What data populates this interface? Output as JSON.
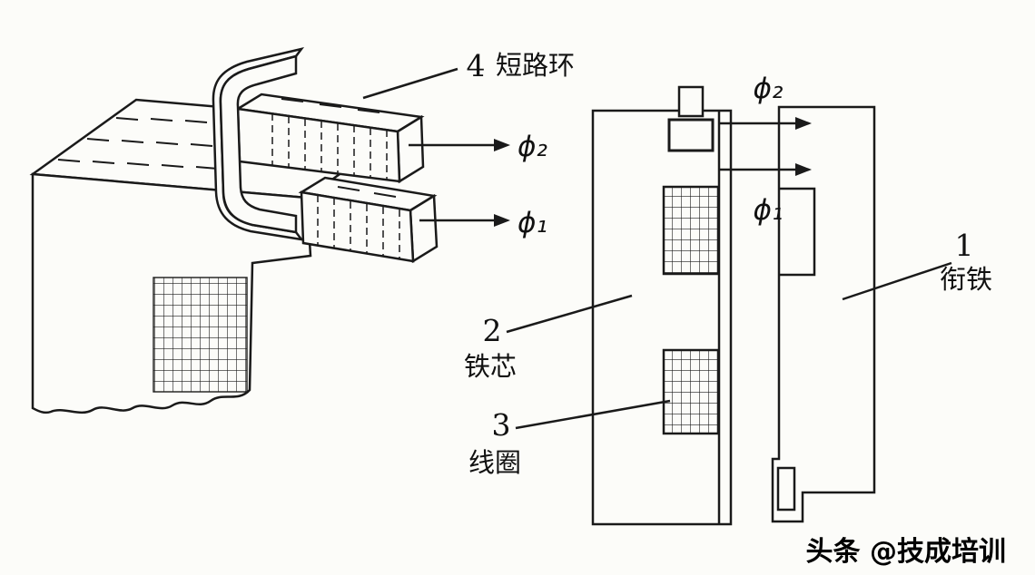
{
  "canvas": {
    "background": "#fcfcf9",
    "ink": "#1a1a1a"
  },
  "left_figure": {
    "label_4": {
      "number": "4",
      "text": "短路环"
    },
    "flux_phi2": "ϕ₂",
    "flux_phi1": "ϕ₁"
  },
  "right_figure": {
    "flux_phi2": "ϕ₂",
    "flux_phi1": "ϕ₁",
    "label_1": {
      "number": "1",
      "text": "衔铁"
    },
    "label_2": {
      "number": "2",
      "text": "铁芯"
    },
    "label_3": {
      "number": "3",
      "text": "线圈"
    }
  },
  "watermark": "头条 @技成培训"
}
